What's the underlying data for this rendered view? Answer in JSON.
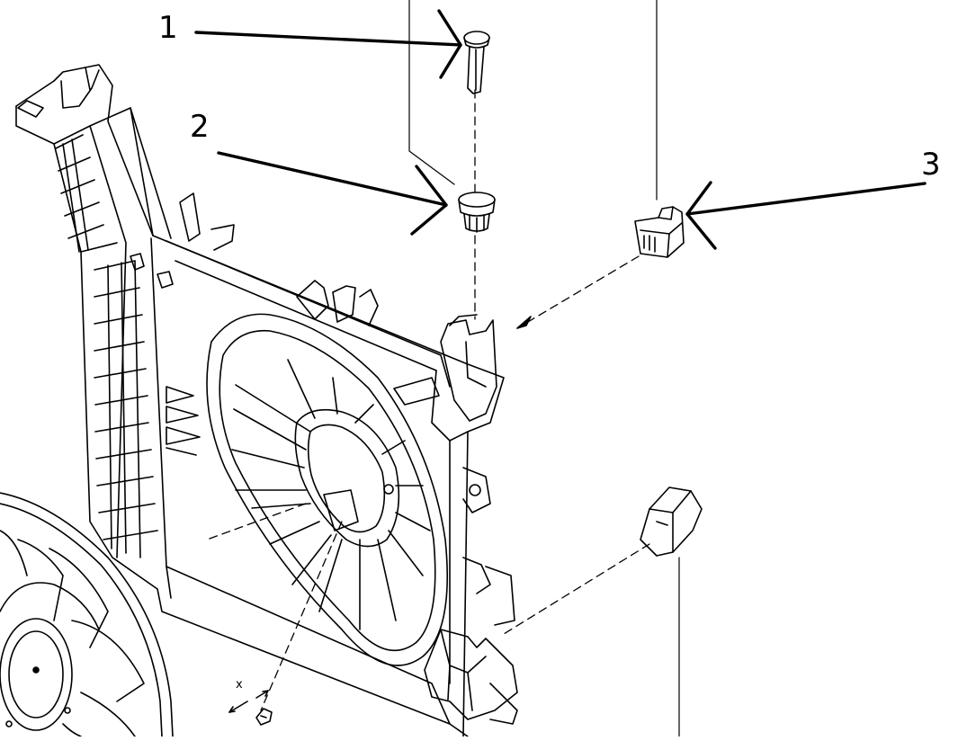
{
  "diagram": {
    "callouts": [
      {
        "id": "1",
        "label": "1"
      },
      {
        "id": "2",
        "label": "2"
      },
      {
        "id": "3",
        "label": "3"
      }
    ],
    "small_label": "x",
    "colors": {
      "ink": "#000000",
      "background": "#ffffff"
    }
  }
}
